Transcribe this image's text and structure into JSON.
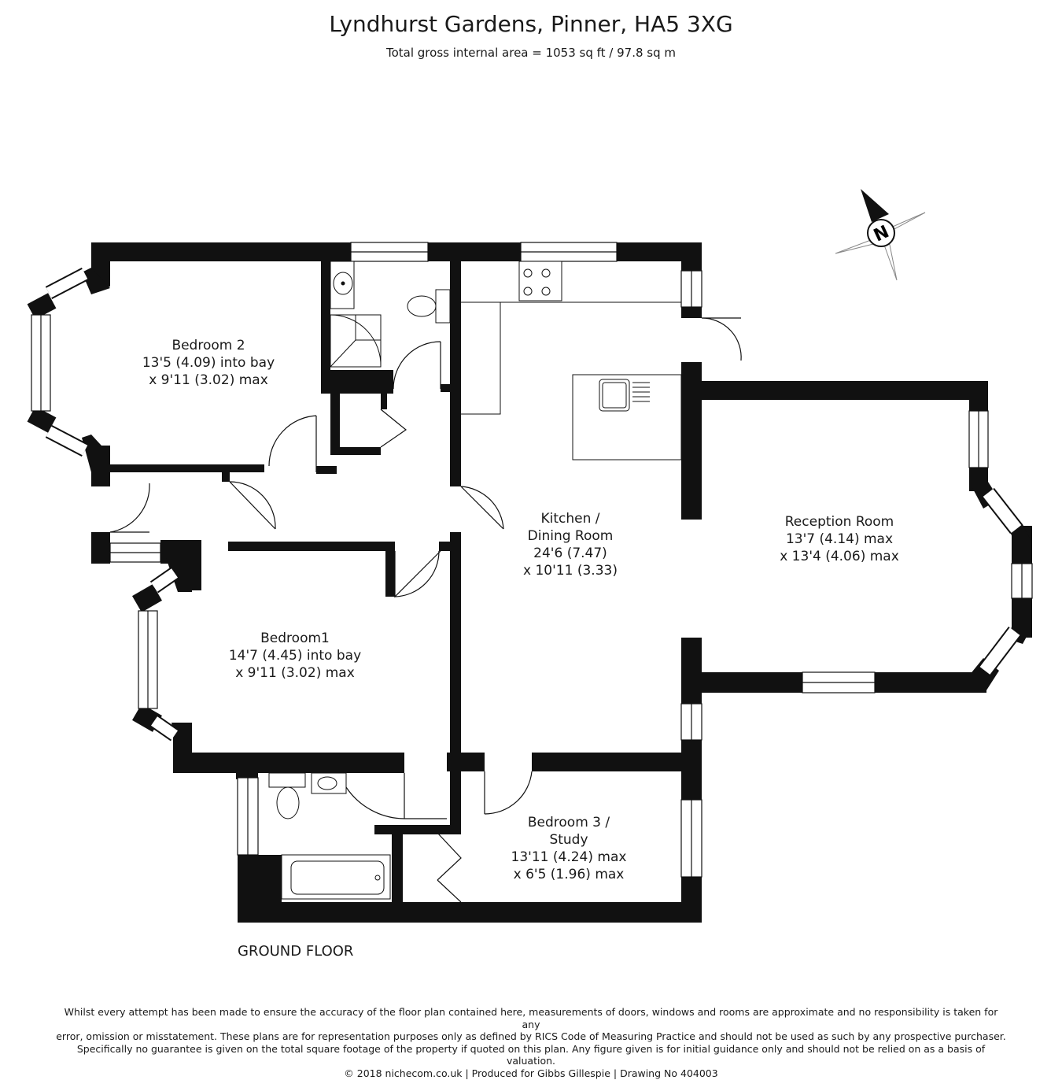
{
  "title": "Lyndhurst Gardens, Pinner, HA5 3XG",
  "subtitle": "Total gross internal area =  1053 sq ft / 97.8 sq m",
  "compass_letter": "N",
  "floor_label": "GROUND FLOOR",
  "rooms": {
    "bedroom2": [
      "Bedroom 2",
      "13'5 (4.09) into bay",
      "x 9'11 (3.02) max"
    ],
    "kitchen": [
      "Kitchen /",
      "Dining Room",
      "24'6 (7.47)",
      "x 10'11 (3.33)"
    ],
    "reception": [
      "Reception Room",
      "13'7 (4.14) max",
      "x 13'4 (4.06) max"
    ],
    "bedroom1": [
      "Bedroom1",
      "14'7 (4.45) into bay",
      "x 9'11 (3.02) max"
    ],
    "bedroom3": [
      "Bedroom 3 /",
      "Study",
      "13'11 (4.24) max",
      "x 6'5 (1.96) max"
    ]
  },
  "disclaimer": [
    "Whilst every attempt has been made to ensure the accuracy of the floor plan contained here, measurements of doors, windows and rooms are approximate and no responsibility is taken for any",
    "error, omission or misstatement. These plans are for representation purposes only as defined by RICS Code of Measuring Practice and should not be used as such by any prospective purchaser.",
    "Specifically no guarantee is given on the total square footage of the property if quoted on this plan. Any figure given is for initial guidance only and should not be relied on as a basis of valuation.",
    "© 2018 nichecom.co.uk  |  Produced for Gibbs Gillespie  |  Drawing No 404003"
  ]
}
